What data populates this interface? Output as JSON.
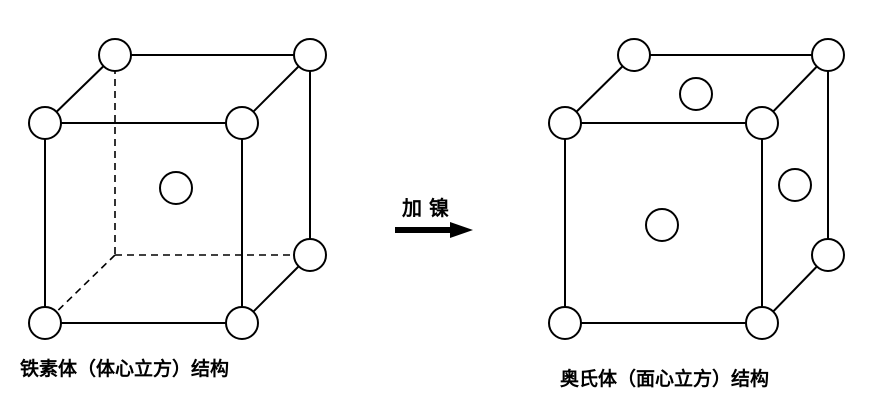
{
  "bcc": {
    "caption": "铁素体（体心立方）结构"
  },
  "transition": {
    "label": "加 镍"
  },
  "fcc": {
    "caption": "奥氏体（面心立方）结构"
  },
  "colors": {
    "line": "#000000",
    "atom_fill": "#ffffff",
    "background": "#ffffff"
  }
}
